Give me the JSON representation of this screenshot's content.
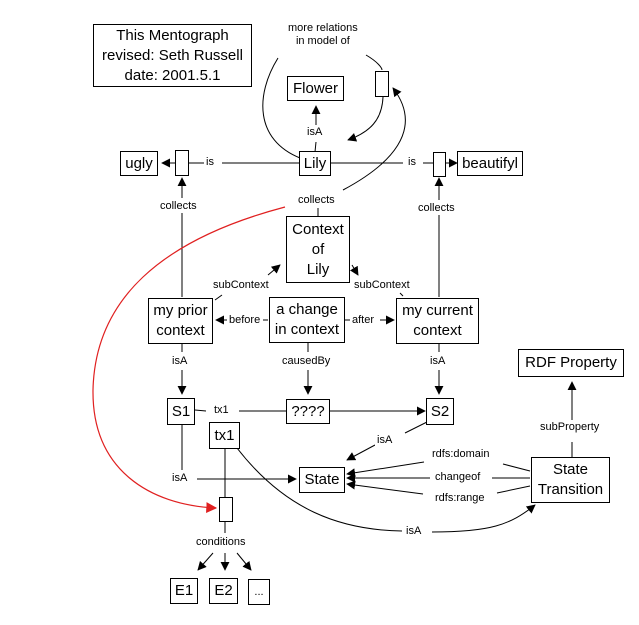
{
  "title_box": {
    "lines": [
      "This Mentograph",
      "revised: Seth Russell",
      "date: 2001.5.1"
    ]
  },
  "colors": {
    "line": "#000000",
    "highlight_arc": "#e02020"
  },
  "nodes": {
    "flower": "Flower",
    "lily": "Lily",
    "ugly": "ugly",
    "beautiful": "beautifyl",
    "context_of_lily": "Context\nof\nLily",
    "my_prior_context": "my prior\ncontext",
    "a_change_in_context": "a change\nin context",
    "my_current_context": "my current\ncontext",
    "s1": "S1",
    "s2": "S2",
    "unknown": "????",
    "tx1": "tx1",
    "state": "State",
    "state_transition": "State\nTransition",
    "rdf_property": "RDF Property",
    "e1": "E1",
    "e2": "E2",
    "ellipsis": "..."
  },
  "labels": {
    "more_relations": "more relations\nin model of",
    "isA_flower": "isA",
    "is_ugly": "is",
    "is_beautiful": "is",
    "collects_left": "collects",
    "collects_center": "collects",
    "collects_right": "collects",
    "subContext_left": "subContext",
    "subContext_right": "subContext",
    "before": "before",
    "after": "after",
    "isA_prior": "isA",
    "causedBy": "causedBy",
    "isA_current": "isA",
    "tx1_edge": "tx1",
    "isA_s2_state": "isA",
    "isA_s1_state": "isA",
    "rdfs_domain": "rdfs:domain",
    "changeof": "changeof",
    "rdfs_range": "rdfs:range",
    "subProperty": "subProperty",
    "isA_tx1": "isA",
    "conditions": "conditions"
  }
}
